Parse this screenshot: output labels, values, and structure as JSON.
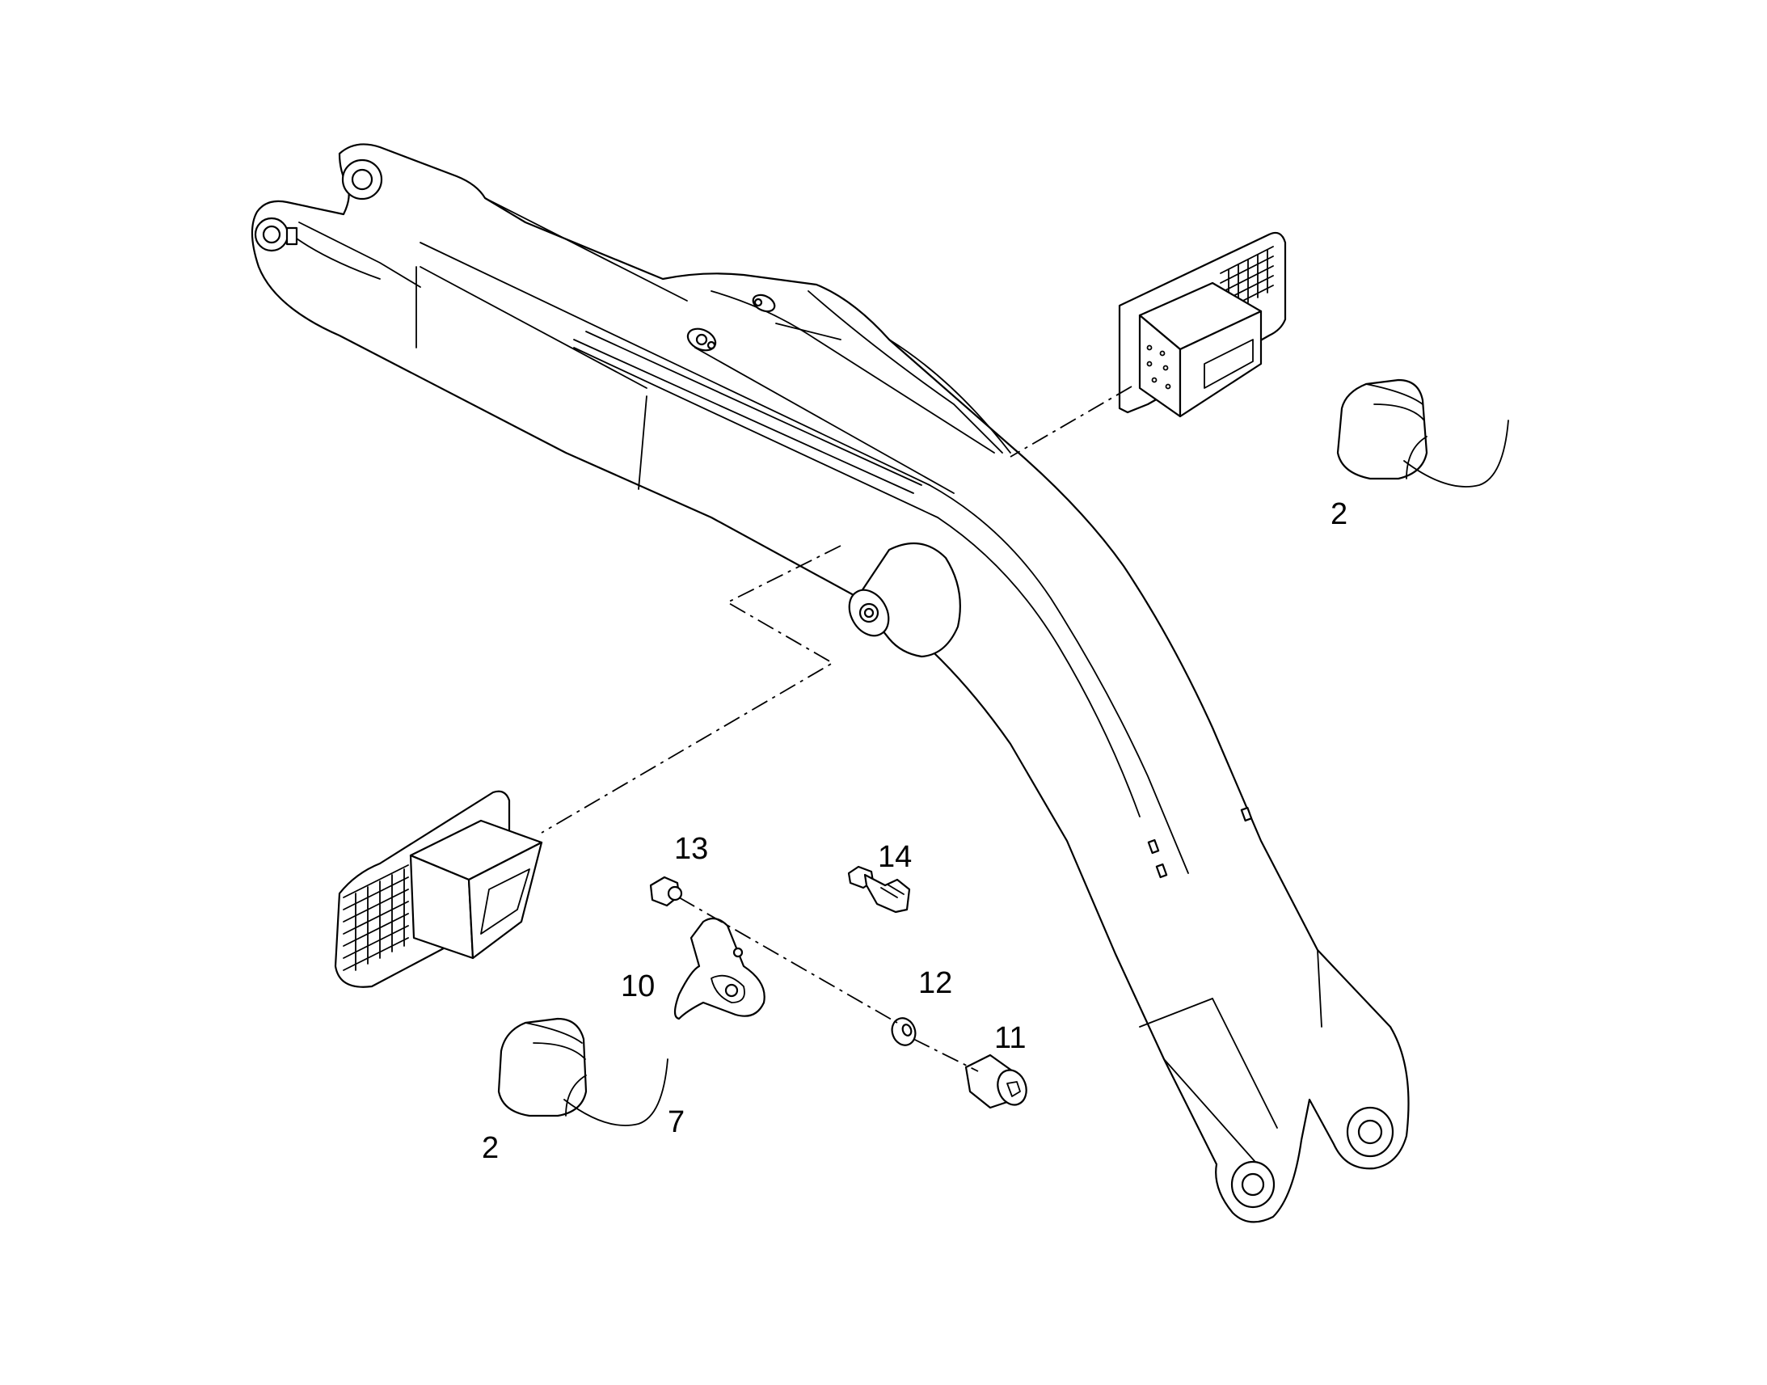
{
  "callouts": [
    {
      "id": "right-lamp",
      "label": "2"
    },
    {
      "id": "left-lamp",
      "label": "2"
    },
    {
      "id": "cable",
      "label": "7"
    },
    {
      "id": "clamp",
      "label": "10"
    },
    {
      "id": "screw",
      "label": "11"
    },
    {
      "id": "washer",
      "label": "12"
    },
    {
      "id": "nut",
      "label": "13"
    },
    {
      "id": "fitting",
      "label": "14"
    }
  ],
  "colors": {
    "line": "#000000",
    "background": "#ffffff"
  }
}
